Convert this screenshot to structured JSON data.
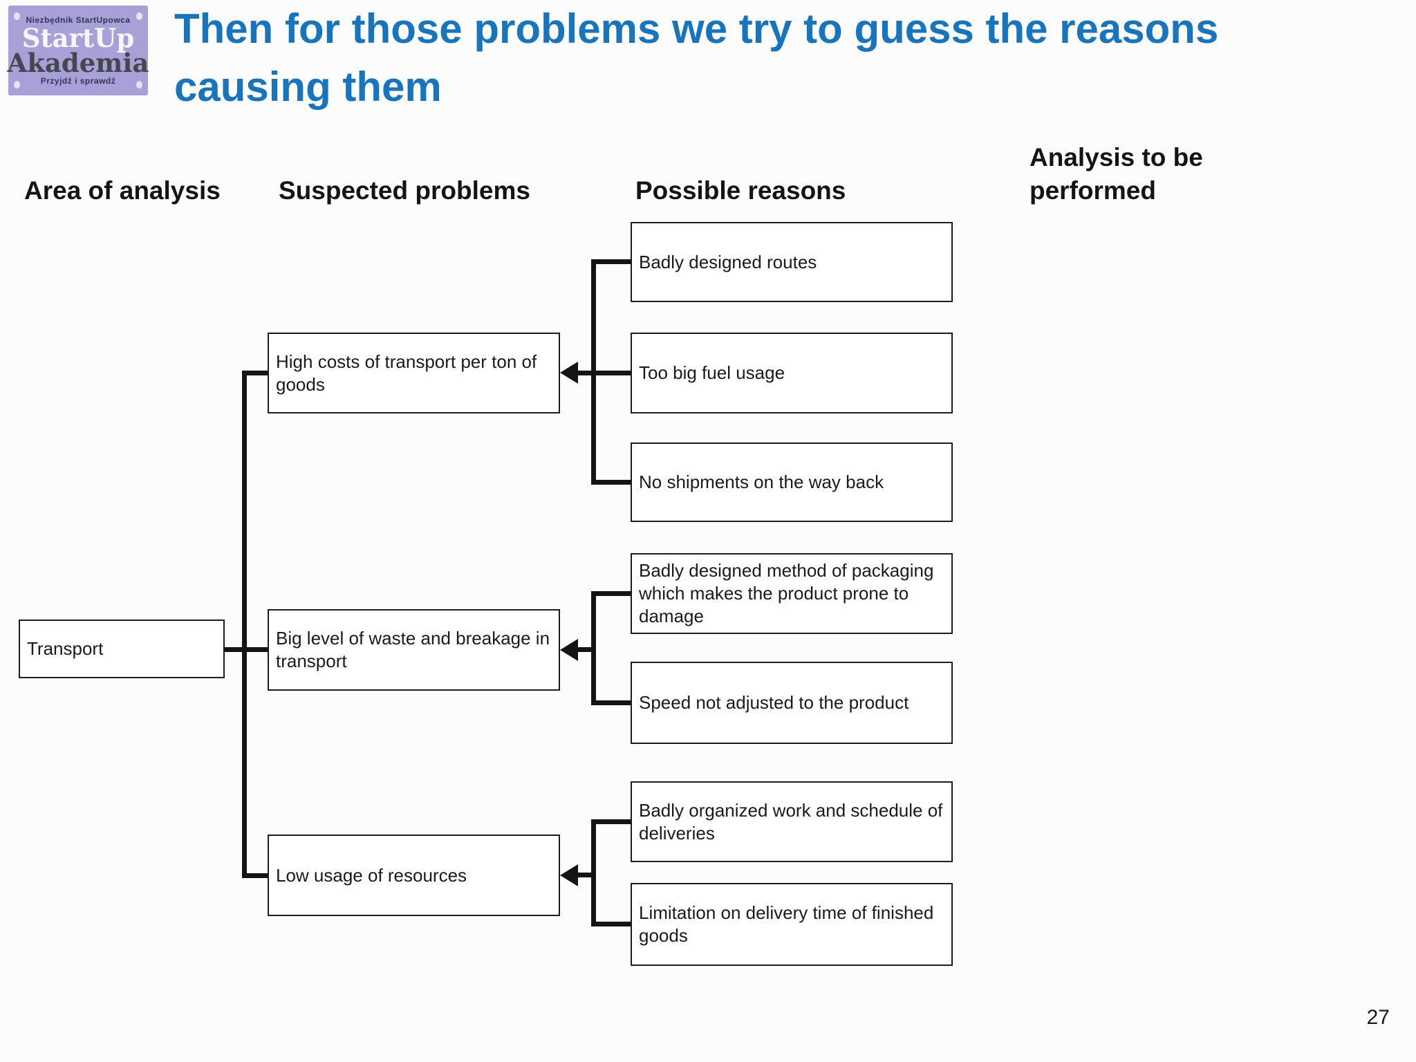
{
  "slide": {
    "title_line1": "Then for those problems we try to guess the reasons",
    "title_line2": "causing them",
    "title_color": "#1874bd",
    "page_number": "27"
  },
  "logo": {
    "top_text": "Niezbędnik StartUpowca",
    "main_line1": "StartUp",
    "main_line2": "Akademia",
    "bottom_text": "Przyjdź i sprawdź",
    "bg_color": "#a7a1d8"
  },
  "columns": {
    "area": "Area of analysis",
    "suspected": "Suspected problems",
    "possible": "Possible reasons",
    "analysis": "Analysis to be performed"
  },
  "diagram": {
    "area_label": "Transport",
    "problems": [
      {
        "label": "High costs of transport per ton of goods"
      },
      {
        "label": "Big level of waste and breakage in transport"
      },
      {
        "label": "Low usage of resources"
      }
    ],
    "reasons": [
      {
        "label": "Badly designed routes"
      },
      {
        "label": "Too big fuel usage"
      },
      {
        "label": "No shipments on the way back"
      },
      {
        "label": "Badly designed method of packaging which makes the product prone to damage"
      },
      {
        "label": "Speed not adjusted to the product"
      },
      {
        "label": "Badly organized work and schedule of deliveries"
      },
      {
        "label": "Limitation on delivery time of finished goods"
      }
    ]
  }
}
